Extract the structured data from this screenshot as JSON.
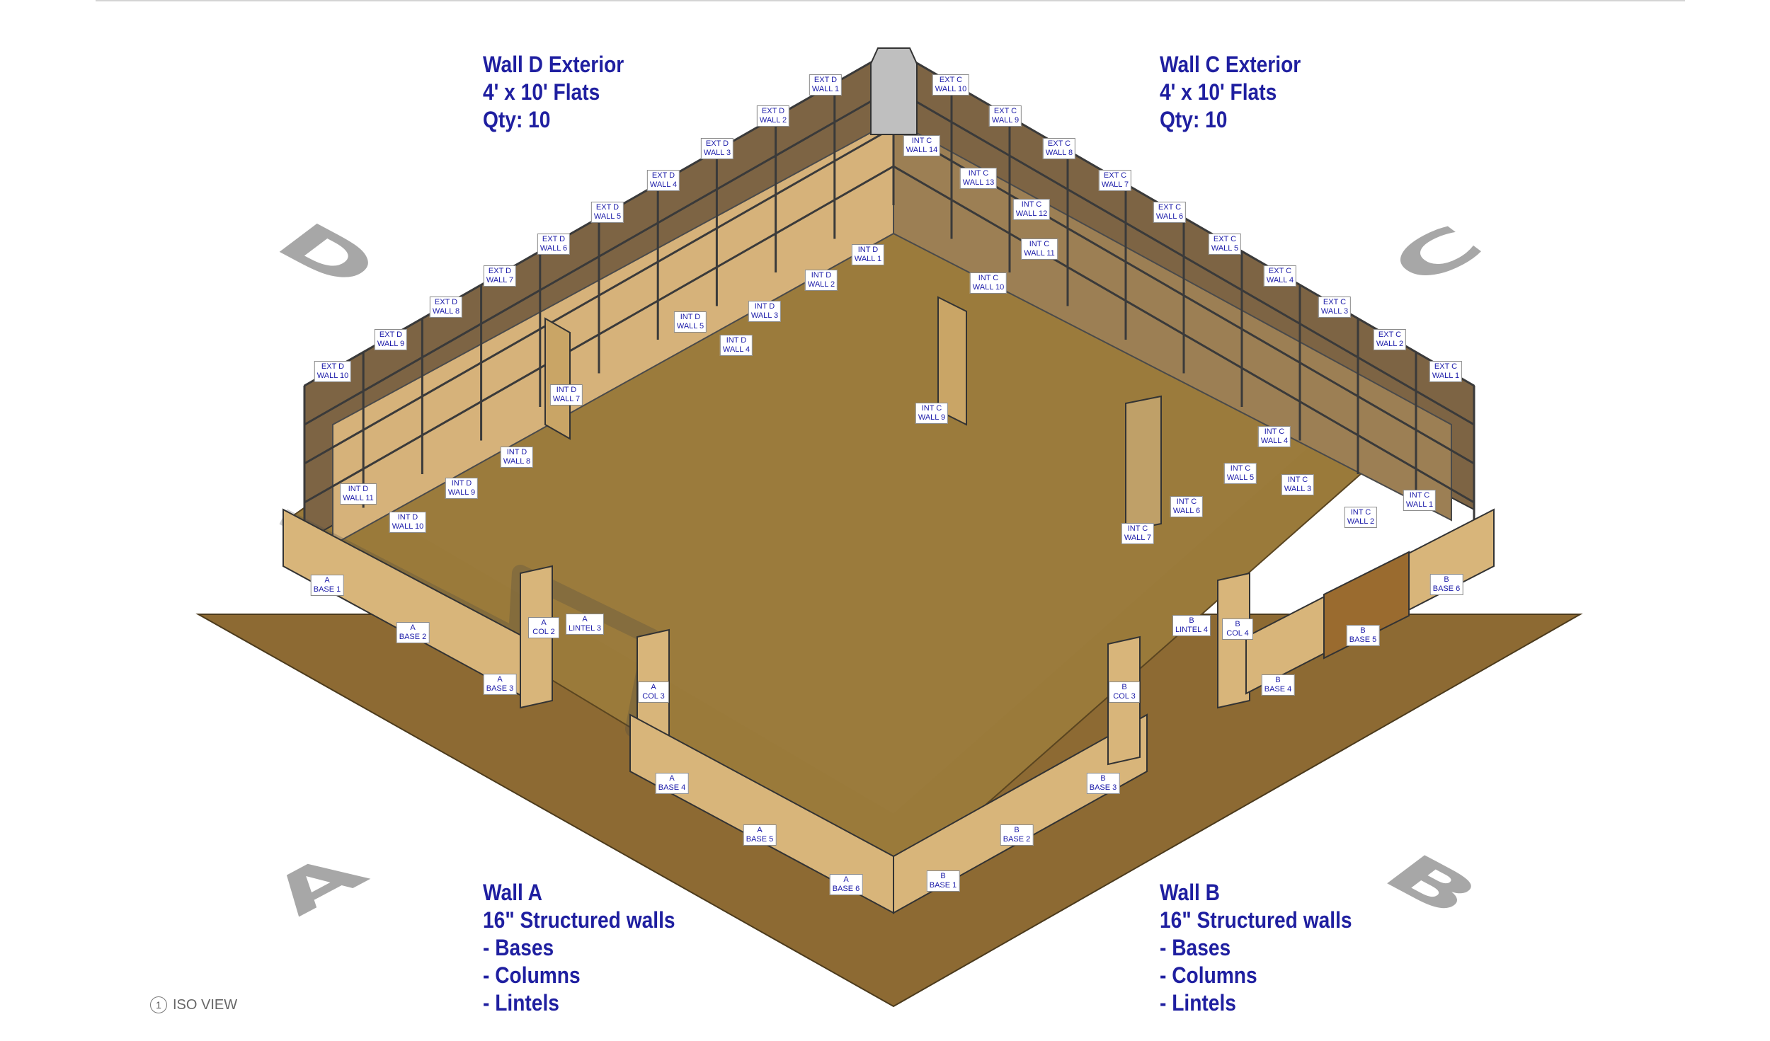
{
  "notes": {
    "wall_d": [
      "Wall D Exterior",
      "4' x 10' Flats",
      "Qty: 10"
    ],
    "wall_c": [
      "Wall C Exterior",
      "4' x 10' Flats",
      "Qty: 10"
    ],
    "wall_a": [
      "Wall A",
      "16\" Structured walls",
      "- Bases",
      "- Columns",
      "- Lintels"
    ],
    "wall_b": [
      "Wall B",
      "16\" Structured walls",
      "- Bases",
      "- Columns",
      "- Lintels"
    ]
  },
  "big_letters": {
    "a": "A",
    "b": "B",
    "c": "C",
    "d": "D"
  },
  "view_label": {
    "number": "1",
    "text": "ISO VIEW"
  },
  "colors": {
    "floor": "#8d6a33",
    "stage_floor": "#9a7a3a",
    "panel_light": "#d6b27a",
    "panel_dark": "#7d6444",
    "frame": "#4a4a4a",
    "label_text": "#1a1aa8",
    "big_letter": "#a7a7a7"
  },
  "tags": {
    "ext_d": [
      [
        "EXT D",
        "WALL 1"
      ],
      [
        "EXT D",
        "WALL 2"
      ],
      [
        "EXT D",
        "WALL 3"
      ],
      [
        "EXT D",
        "WALL 4"
      ],
      [
        "EXT D",
        "WALL 5"
      ],
      [
        "EXT D",
        "WALL 6"
      ],
      [
        "EXT D",
        "WALL 7"
      ],
      [
        "EXT D",
        "WALL 8"
      ],
      [
        "EXT D",
        "WALL 9"
      ],
      [
        "EXT D",
        "WALL 10"
      ]
    ],
    "ext_c": [
      [
        "EXT C",
        "WALL 10"
      ],
      [
        "EXT C",
        "WALL 9"
      ],
      [
        "EXT C",
        "WALL 8"
      ],
      [
        "EXT C",
        "WALL 7"
      ],
      [
        "EXT C",
        "WALL 6"
      ],
      [
        "EXT C",
        "WALL 5"
      ],
      [
        "EXT C",
        "WALL 4"
      ],
      [
        "EXT C",
        "WALL 3"
      ],
      [
        "EXT C",
        "WALL 2"
      ],
      [
        "EXT C",
        "WALL 1"
      ]
    ],
    "int_d": [
      [
        "INT D",
        "WALL 1"
      ],
      [
        "INT D",
        "WALL 2"
      ],
      [
        "INT D",
        "WALL 3"
      ],
      [
        "INT D",
        "WALL 4"
      ],
      [
        "INT D",
        "WALL 5"
      ],
      [
        "INT D",
        "WALL 7"
      ],
      [
        "INT D",
        "WALL 8"
      ],
      [
        "INT D",
        "WALL 9"
      ],
      [
        "INT D",
        "WALL 10"
      ],
      [
        "INT D",
        "WALL 11"
      ]
    ],
    "int_c": [
      [
        "INT C",
        "WALL 14"
      ],
      [
        "INT C",
        "WALL 13"
      ],
      [
        "INT C",
        "WALL 12"
      ],
      [
        "INT C",
        "WALL 11"
      ],
      [
        "INT C",
        "WALL 10"
      ],
      [
        "INT C",
        "WALL 9"
      ],
      [
        "INT C",
        "WALL 4"
      ],
      [
        "INT C",
        "WALL 5"
      ],
      [
        "INT C",
        "WALL 3"
      ],
      [
        "INT C",
        "WALL 1"
      ],
      [
        "INT C",
        "WALL 6"
      ],
      [
        "INT C",
        "WALL 2"
      ],
      [
        "INT C",
        "WALL 7"
      ]
    ],
    "wall_a": [
      [
        "A",
        "BASE 1"
      ],
      [
        "A",
        "BASE 2"
      ],
      [
        "A",
        "COL 2"
      ],
      [
        "A",
        "LINTEL 3"
      ],
      [
        "A",
        "BASE 3"
      ],
      [
        "A",
        "COL 3"
      ],
      [
        "A",
        "BASE 4"
      ],
      [
        "A",
        "BASE 5"
      ],
      [
        "A",
        "BASE 6"
      ]
    ],
    "wall_b": [
      [
        "B",
        "LINTEL 4"
      ],
      [
        "B",
        "COL 4"
      ],
      [
        "B",
        "BASE 6"
      ],
      [
        "B",
        "BASE 5"
      ],
      [
        "B",
        "BASE 4"
      ],
      [
        "B",
        "COL 3"
      ],
      [
        "B",
        "BASE 3"
      ],
      [
        "B",
        "BASE 2"
      ],
      [
        "B",
        "BASE 1"
      ]
    ]
  }
}
